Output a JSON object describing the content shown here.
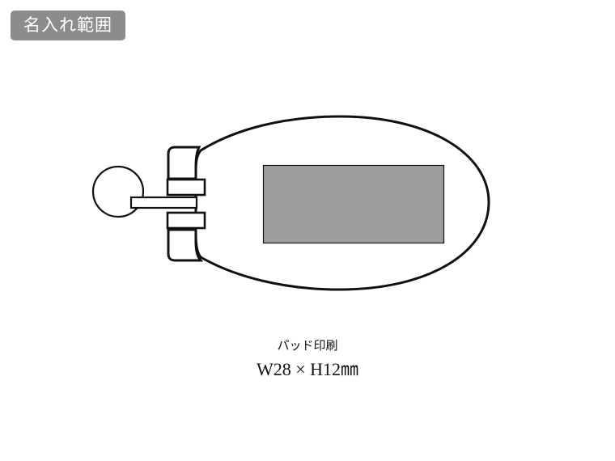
{
  "badge": {
    "label": "名入れ範囲",
    "color": "#8c8c8c"
  },
  "product": {
    "name": "keychain-outline",
    "imprint_area_color": "#9d9e9d",
    "outline_color": "#111111"
  },
  "caption": {
    "method": "パッド印刷",
    "size": "W28 × H12㎜"
  }
}
